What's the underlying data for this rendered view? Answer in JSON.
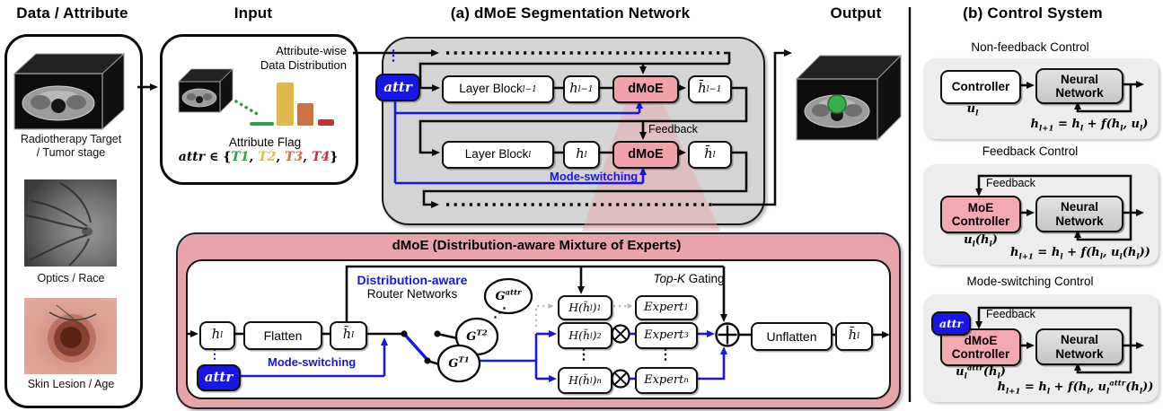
{
  "palette": {
    "attr_blue": "#1616e6",
    "dmoe_pink": "#f0a2a8",
    "detail_panel_pink": "#e9a3ab",
    "network_gray": "#d4d4d4",
    "control_panel_gray": "#ededed",
    "t1_green": "#2e9e4f",
    "t2_yellow": "#dfb94e",
    "t3_orange": "#cd7142",
    "t4_red": "#c23335",
    "segmentation_green": "#35b14a"
  },
  "headers": {
    "data_attribute": "Data / Attribute",
    "input": "Input",
    "network": "(a) dMoE Segmentation Network",
    "output": "Output",
    "control": "(b) Control System"
  },
  "data_panel": {
    "captions": {
      "ct": "Radiotherapy Target<br>/ Tumor stage",
      "fundus": "Optics / Race",
      "skin": "Skin Lesion / Age"
    }
  },
  "input_panel": {
    "distribution_label": "Attribute-wise<br>Data Distribution",
    "attribute_flag_label": "Attribute Flag",
    "flag_expression": "<span class=\"mi\">attr</span> ∈ {<span class=\"t1\">T1</span>, <span class=\"t2\">T2</span>, <span class=\"t3\">T3</span>, <span class=\"t4\">T4</span>}",
    "bars": [
      {
        "attribute": "T1",
        "relative_height": 0.08,
        "color": "#2e9e4f"
      },
      {
        "attribute": "T2",
        "relative_height": 1.0,
        "color": "#dfb94e"
      },
      {
        "attribute": "T3",
        "relative_height": 0.52,
        "color": "#cd7142"
      },
      {
        "attribute": "T4",
        "relative_height": 0.15,
        "color": "#c23335"
      }
    ]
  },
  "network": {
    "attr_label": "attr",
    "vdots": "⋮",
    "layer_block_prev": "Layer Block<sub>l−1</sub>",
    "h_prev": "h<sub>l−1</sub>",
    "dmoe": "dMoE",
    "hbar_prev": "h̄<sub>l−1</sub>",
    "layer_block": "Layer Block<sub>l</sub>",
    "h": "h<sub>l</sub>",
    "hbar": "h̄<sub>l</sub>",
    "feedback": "Feedback",
    "mode_switching": "Mode-switching"
  },
  "dmoe_detail": {
    "title": "dMoE (Distribution-aware Mixture of Experts)",
    "h_in": "h<sub>l</sub>",
    "flatten": "Flatten",
    "h_tilde": "h̃<sub>l</sub>",
    "attr_label": "attr",
    "vdots": "⋮",
    "mode_switching": "Mode-switching",
    "router_title_line1": "Distribution-aware",
    "router_title_line2": "Router Networks",
    "gate_attr": "G<sup>attr</sup>",
    "gate_t2": "G<sup>T2</sup>",
    "gate_t1": "G<sup>T1</sup>",
    "diag_dots": "⋰",
    "topk_gating": "<i>Top-K</i> Gating",
    "gating_1": "H(h̃<sub>l</sub>)<sub>1</sub>",
    "gating_2": "H(h̃<sub>l</sub>)<sub>2</sub>",
    "gating_n": "H(h̃<sub>l</sub>)<sub>n</sub>",
    "expert_1": "Expert<sub>1</sub>",
    "expert_3": "Expert<sub>3</sub>",
    "expert_n": "Expert<sub>n</sub>",
    "unflatten": "Unflatten",
    "hbar_out": "h̄<sub>l</sub>"
  },
  "control": {
    "panels": [
      {
        "title": "Non-feedback Control",
        "controller": "Controller",
        "controller_signal": "u<sub>l</sub>",
        "network": "Neural<br>Network",
        "equation": "h<sub>l+1</sub> = h<sub>l</sub> + f(h<sub>l</sub>, u<sub>l</sub>)"
      },
      {
        "title": "Feedback Control",
        "controller": "MoE<br>Controller",
        "controller_signal": "u<sub>l</sub>(h<sub>l</sub>)",
        "network": "Neural<br>Network",
        "feedback": "Feedback",
        "equation": "h<sub>l+1</sub> = h<sub>l</sub> + f(h<sub>l</sub>, u<sub>l</sub>(h<sub>l</sub>))"
      },
      {
        "title": "Mode-switching Control",
        "attr_label": "attr",
        "controller": "dMoE<br>Controller",
        "controller_signal": "u<sub>l</sub><sup>attr</sup>(h<sub>l</sub>)",
        "network": "Neural<br>Network",
        "feedback": "Feedback",
        "equation": "h<sub>l+1</sub> = h<sub>l</sub> + f(h<sub>l</sub>, u<sub>l</sub><sup>attr</sup>(h<sub>l</sub>))"
      }
    ]
  }
}
